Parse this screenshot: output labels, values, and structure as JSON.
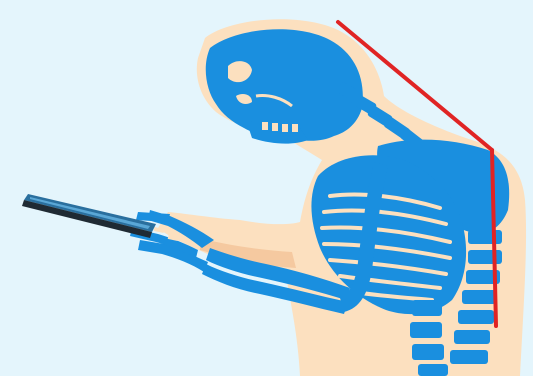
{
  "illustration": {
    "subject": "skeleton-hunched-over-phone",
    "colors": {
      "background": "#e4f5fc",
      "skin": "#fce0bf",
      "skin_shadow": "#f5c9a0",
      "bone": "#1a8fdf",
      "bone_dark": "#0f6fb8",
      "bone_gap": "#fce0bf",
      "phone_body": "#2a6f9e",
      "phone_edge": "#1f2a33",
      "spine_line": "#e02424"
    },
    "icons": [
      "skeleton",
      "smartphone",
      "posture-line"
    ]
  }
}
